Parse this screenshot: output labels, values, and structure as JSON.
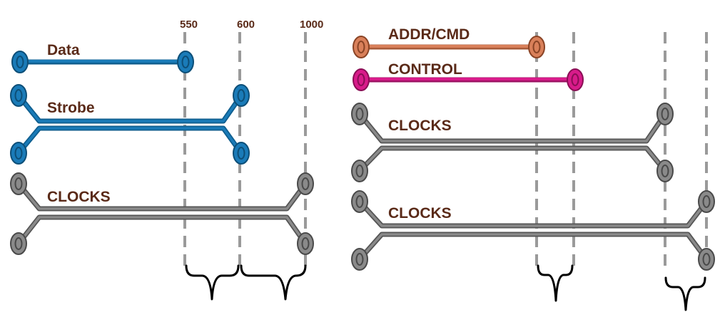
{
  "markers": [
    "550",
    "600",
    "1000"
  ],
  "left": {
    "data_label": "Data",
    "strobe_label": "Strobe",
    "clocks_label": "CLOCKS"
  },
  "right": {
    "addr_label": "ADDR/CMD",
    "control_label": "CONTROL",
    "clocks1_label": "CLOCKS",
    "clocks2_label": "CLOCKS"
  },
  "colors": {
    "data": "#1a7bb8",
    "strobe": "#1a7bb8",
    "clocks": "#7a7a7a",
    "addr_cmd": "#d9805a",
    "control": "#d81b8a",
    "label_text": "#5a2a18",
    "guide": "#9a9a9a"
  }
}
